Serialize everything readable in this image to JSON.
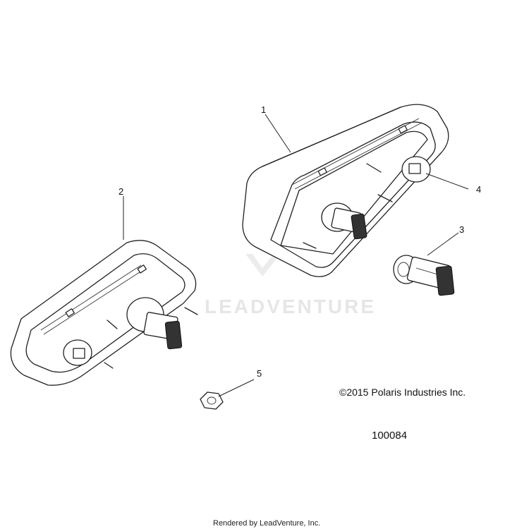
{
  "callouts": {
    "c1": "1",
    "c2": "2",
    "c3": "3",
    "c4": "4",
    "c5": "5"
  },
  "copyright": "©2015 Polaris Industries Inc.",
  "figure_number": "100084",
  "footer": "Rendered by LeadVenture, Inc.",
  "watermark": "LEADVENTURE"
}
